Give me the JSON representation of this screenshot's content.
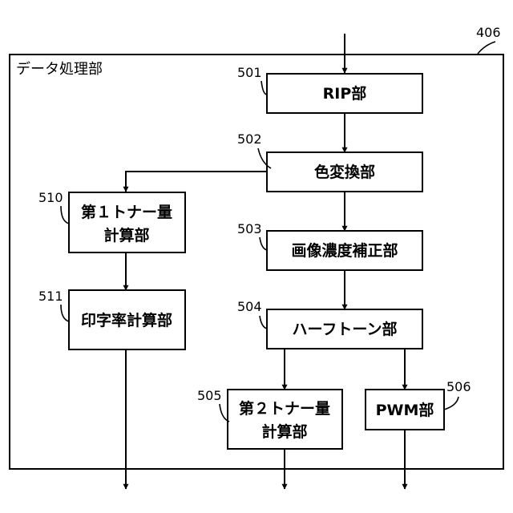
{
  "container": {
    "ref": "406",
    "title": "データ処理部"
  },
  "blocks": {
    "b501": {
      "ref": "501",
      "label": "RIP部"
    },
    "b502": {
      "ref": "502",
      "label": "色変換部"
    },
    "b503": {
      "ref": "503",
      "label": "画像濃度補正部"
    },
    "b504": {
      "ref": "504",
      "label": "ハーフトーン部"
    },
    "b505": {
      "ref": "505",
      "line1": "第２トナー量",
      "line2": "計算部"
    },
    "b506": {
      "ref": "506",
      "label": "PWM部"
    },
    "b510": {
      "ref": "510",
      "line1": "第１トナー量",
      "line2": "計算部"
    },
    "b511": {
      "ref": "511",
      "label": "印字率計算部"
    }
  }
}
